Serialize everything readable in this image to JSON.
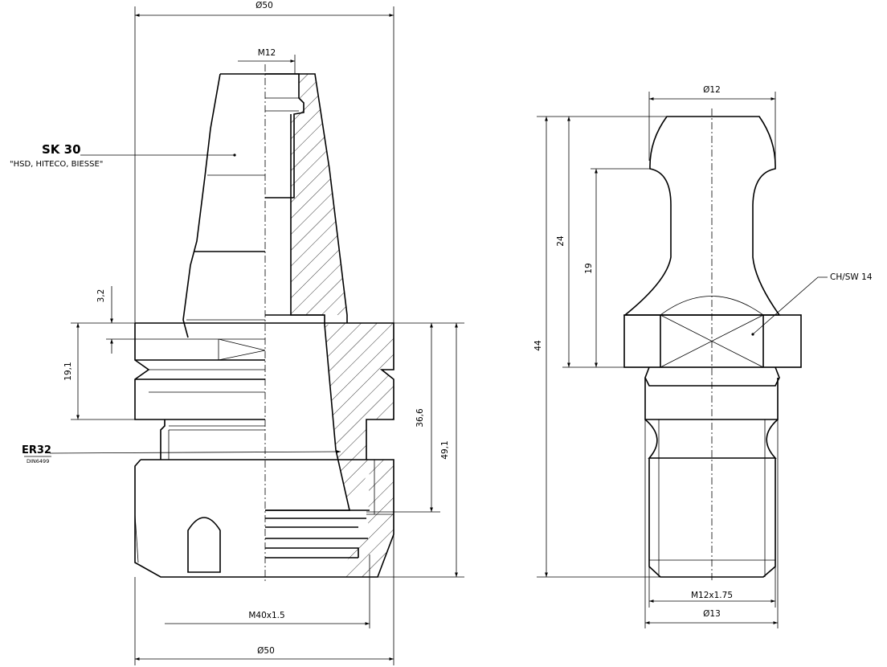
{
  "left_view": {
    "dim_top_diameter": "Ø50",
    "dim_thread_top": "M12",
    "callout_sk_title": "SK 30",
    "callout_sk_sub": "\"HSD, HITECO, BIESSE\"",
    "dim_flange_gap": "3,2",
    "dim_flange_height": "19,1",
    "callout_er_title": "ER32",
    "callout_er_sub": "DIN6499",
    "dim_mid_height": "36,6",
    "dim_total_height": "49,1",
    "dim_nut_thread": "M40x1.5",
    "dim_bottom_diameter": "Ø50"
  },
  "right_view": {
    "dim_head_diameter": "Ø12",
    "dim_neck_length": "24",
    "dim_inner_length": "19",
    "callout_hex": "CH/SW 14",
    "dim_total_length": "44",
    "dim_thread": "M12x1.75",
    "dim_shank_diameter": "Ø13"
  },
  "colors": {
    "line": "#000000",
    "background": "#ffffff"
  }
}
